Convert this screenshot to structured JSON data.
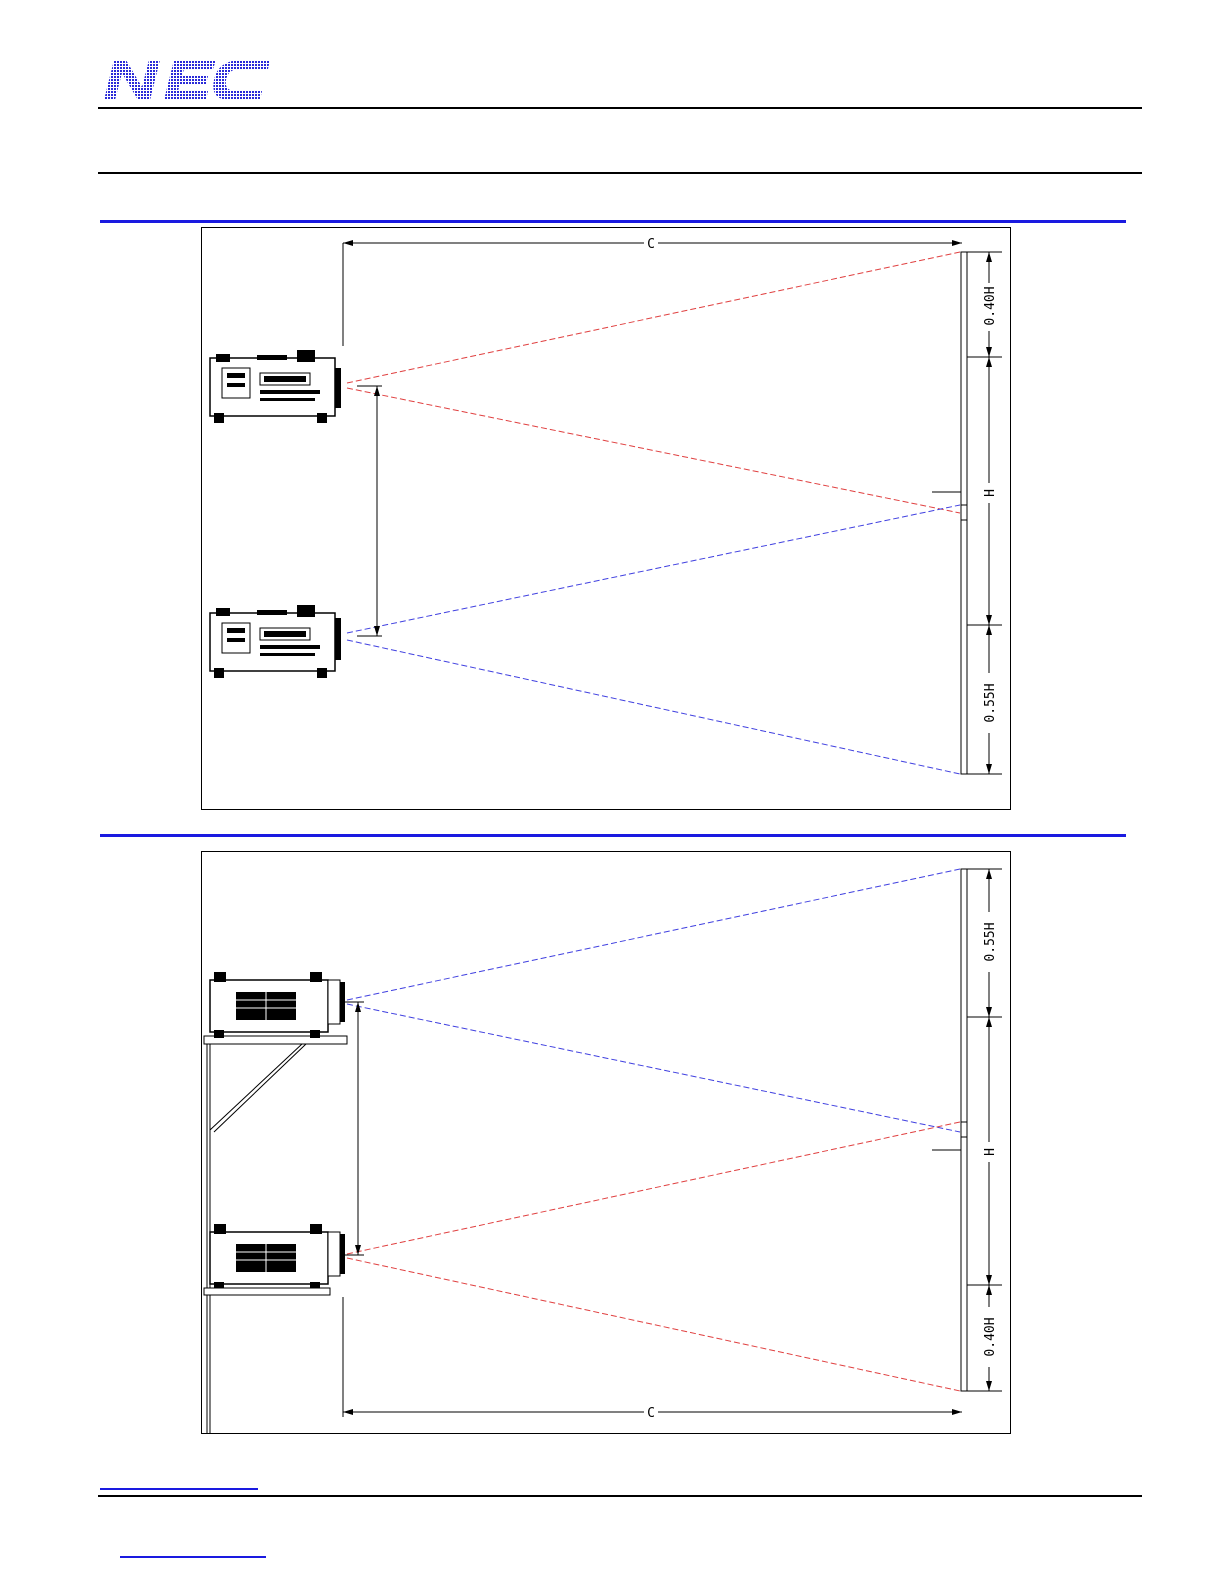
{
  "brand": {
    "logo_text": "NEC",
    "color": "#2a2ad8"
  },
  "diagram_top": {
    "dimension_c": "C",
    "dimension_upper": "0.40H",
    "dimension_mid": "H",
    "dimension_lower": "0.55H"
  },
  "diagram_bottom": {
    "dimension_upper": "0.55H",
    "dimension_mid": "H",
    "dimension_lower": "0.40H",
    "dimension_c": "C"
  },
  "colors": {
    "ray_red": "#e04040",
    "ray_blue": "#4040e0",
    "rule_blue": "#1a1ae0"
  }
}
